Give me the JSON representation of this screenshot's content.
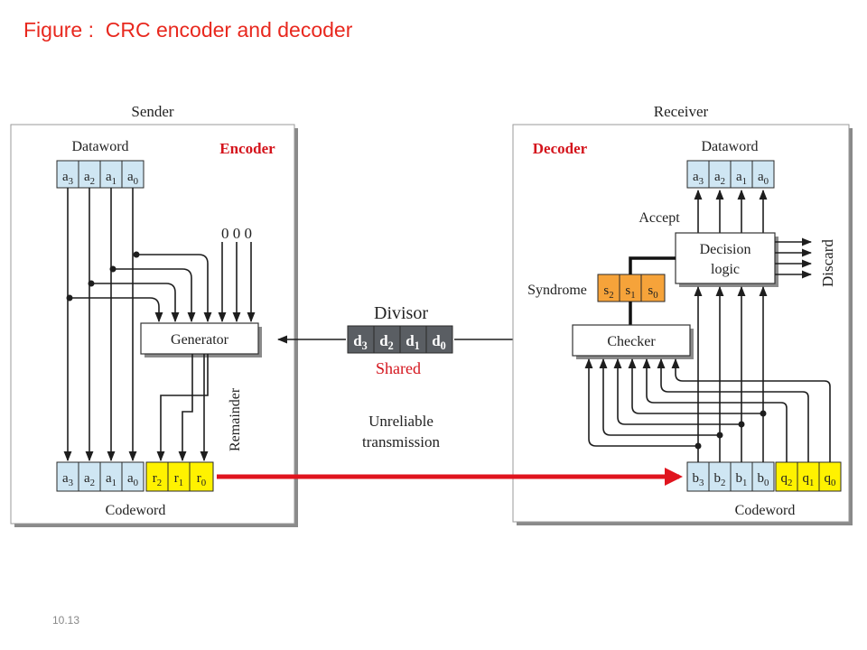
{
  "slide": {
    "title": "Figure :  CRC encoder and decoder",
    "number": "10.13"
  },
  "sender": {
    "label": "Sender",
    "encoder_label": "Encoder",
    "dataword_label": "Dataword",
    "dataword_bits": [
      "a3",
      "a2",
      "a1",
      "a0"
    ],
    "zeros": "0 0 0",
    "generator_label": "Generator",
    "remainder_label": "Remainder",
    "codeword_label": "Codeword",
    "codeword_bits": [
      "a3",
      "a2",
      "a1",
      "a0",
      "r2",
      "r1",
      "r0"
    ]
  },
  "middle": {
    "divisor_label": "Divisor",
    "divisor_bits": [
      "d3",
      "d2",
      "d1",
      "d0"
    ],
    "shared_label": "Shared",
    "unreliable_line1": "Unreliable",
    "unreliable_line2": "transmission"
  },
  "receiver": {
    "label": "Receiver",
    "decoder_label": "Decoder",
    "dataword_label": "Dataword",
    "dataword_bits": [
      "a3",
      "a2",
      "a1",
      "a0"
    ],
    "accept_label": "Accept",
    "decision_line1": "Decision",
    "decision_line2": "logic",
    "discard_label": "Discard",
    "syndrome_label": "Syndrome",
    "syndrome_bits": [
      "s2",
      "s1",
      "s0"
    ],
    "checker_label": "Checker",
    "codeword_label": "Codeword",
    "codeword_bits": [
      "b3",
      "b2",
      "b1",
      "b0",
      "q2",
      "q1",
      "q0"
    ]
  },
  "colors": {
    "title": "#e8281e",
    "data_cell": "#cfe6f3",
    "check_cell": "#fff200",
    "syndrome_cell": "#f6a33a",
    "divisor_cell": "#5a5e63",
    "transmission_arrow": "#e0141e",
    "encoder_decoder_label": "#d4141c"
  }
}
